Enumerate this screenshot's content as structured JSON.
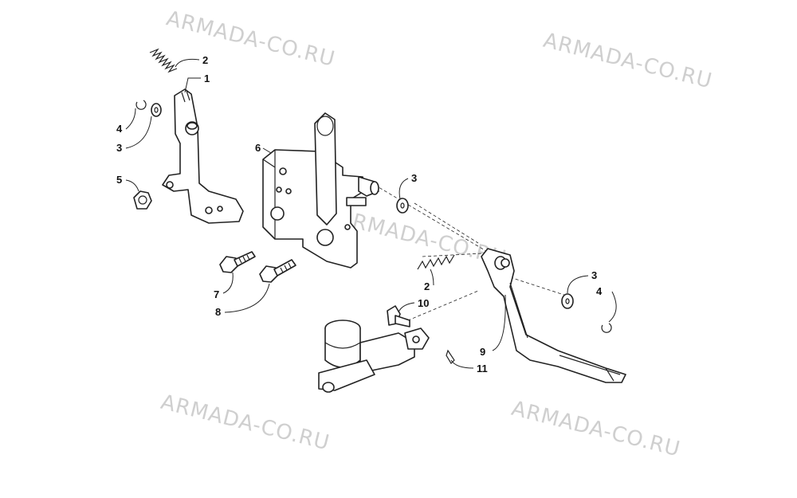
{
  "watermark": {
    "text": "ARMADA-CO.RU",
    "color": "#cfcfcf"
  },
  "callouts": {
    "c1": "1",
    "c2_top": "2",
    "c2_mid": "2",
    "c3_left": "3",
    "c3_mid": "3",
    "c3_right": "3",
    "c4_left": "4",
    "c4_right": "4",
    "c5": "5",
    "c6": "6",
    "c7": "7",
    "c8": "8",
    "c9": "9",
    "c10": "10",
    "c11": "11"
  },
  "colors": {
    "line": "#222222",
    "background": "#ffffff"
  }
}
